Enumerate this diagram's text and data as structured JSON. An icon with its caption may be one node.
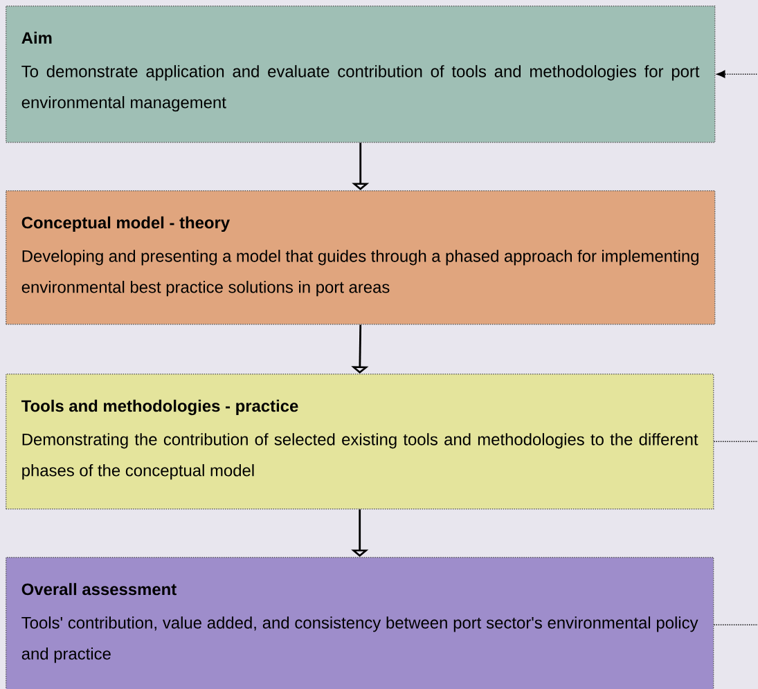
{
  "diagram": {
    "nodes": [
      {
        "text": [
          "Aim",
          "To demonstrate application and evaluate contribution of tools and methodologies for port environmental management"
        ]
      },
      {
        "text": [
          "Conceptual model - theory",
          "Developing and presenting a model that guides through a phased approach for implementing environmental best practice solutions in port areas"
        ]
      },
      {
        "text": [
          "Tools and methodologies - practice",
          "Demonstrating the contribution of selected existing tools and methodologies to the different phases of the conceptual model"
        ]
      },
      {
        "text": [
          "Overall assessment",
          "Tools' contribution, value added, and consistency between port sector's environmental policy and practice"
        ]
      }
    ],
    "edges": [
      {
        "from": 0,
        "to": 1,
        "arrow": "to"
      },
      {
        "from": 1,
        "to": 2,
        "arrow": "to"
      },
      {
        "from": 2,
        "to": 3,
        "arrow": "to"
      },
      {
        "from": null,
        "to": 0,
        "arrow": "to",
        "style": "dashed"
      },
      {
        "from": 2,
        "to": null,
        "arrow": "none",
        "style": "dashed"
      },
      {
        "from": 3,
        "to": null,
        "arrow": "none",
        "style": "dashed"
      }
    ]
  }
}
